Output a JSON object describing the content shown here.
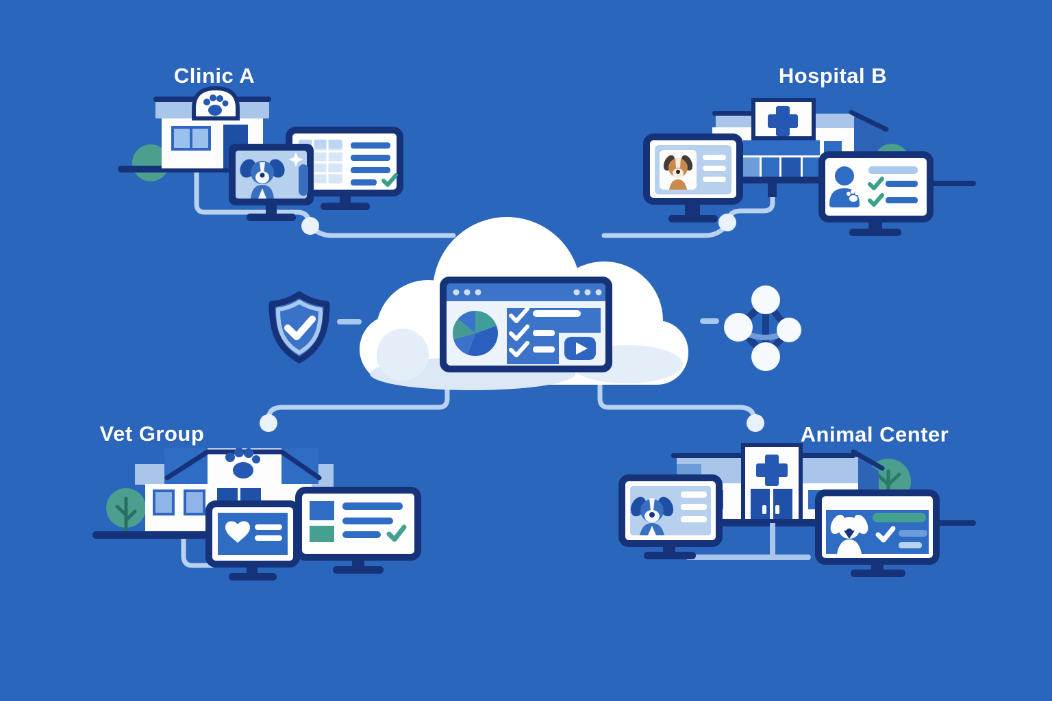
{
  "diagram": {
    "title": "Veterinary clinics cloud network",
    "type": "hub-and-spoke network illustration",
    "sites": [
      {
        "id": "clinic-a",
        "label": "Clinic A",
        "position": "top-left",
        "icons": [
          "clinic-building",
          "paw",
          "dog-photo-monitor",
          "schedule-table-monitor",
          "green-bush"
        ]
      },
      {
        "id": "hospital-b",
        "label": "Hospital B",
        "position": "top-right",
        "icons": [
          "hospital-building",
          "medical-cross",
          "dog-id-card-monitor",
          "patient-checklist-monitor",
          "green-bush"
        ]
      },
      {
        "id": "vet-group",
        "label": "Vet Group",
        "position": "bottom-left",
        "icons": [
          "clinic-building",
          "paw",
          "heart-record-monitor",
          "records-monitor",
          "green-tree"
        ]
      },
      {
        "id": "animal-center",
        "label": "Animal Center",
        "position": "bottom-right",
        "icons": [
          "hospital-building",
          "medical-cross",
          "dog-id-card-monitor",
          "dog-checklist-monitor",
          "green-tree"
        ]
      }
    ],
    "hub": {
      "icon": "cloud-icon",
      "dashboard": {
        "window": "browser-window",
        "elements": [
          "window-dots",
          "pie-chart",
          "checklist-with-checkmarks",
          "video-play-button"
        ]
      }
    },
    "side_icons": [
      {
        "id": "shield",
        "icon": "shield-check-icon",
        "position": "left-of-cloud"
      },
      {
        "id": "network",
        "icon": "network-nodes-icon",
        "position": "right-of-cloud"
      }
    ],
    "connections": [
      {
        "from": "clinic-a",
        "to": "cloud",
        "style": "light-line-with-node"
      },
      {
        "from": "hospital-b",
        "to": "cloud",
        "style": "light-line-with-node"
      },
      {
        "from": "vet-group",
        "to": "cloud",
        "style": "light-line-with-node"
      },
      {
        "from": "animal-center",
        "to": "cloud",
        "style": "light-line-with-node"
      }
    ],
    "colors": {
      "background": "#2b66bd",
      "outline_navy": "#16337a",
      "accent_blue": "#2f6cc4",
      "medium_blue": "#3a72cc",
      "dark_blue_slice": "#2b5fbd",
      "light_blue": "#a9c6ea",
      "pale_line": "#b9d2f0",
      "pale_node": "#e9f1fb",
      "teal": "#45a08f",
      "teal_slice": "#3f9e99",
      "dog_brown": "#c9894f",
      "white": "#ffffff"
    }
  }
}
